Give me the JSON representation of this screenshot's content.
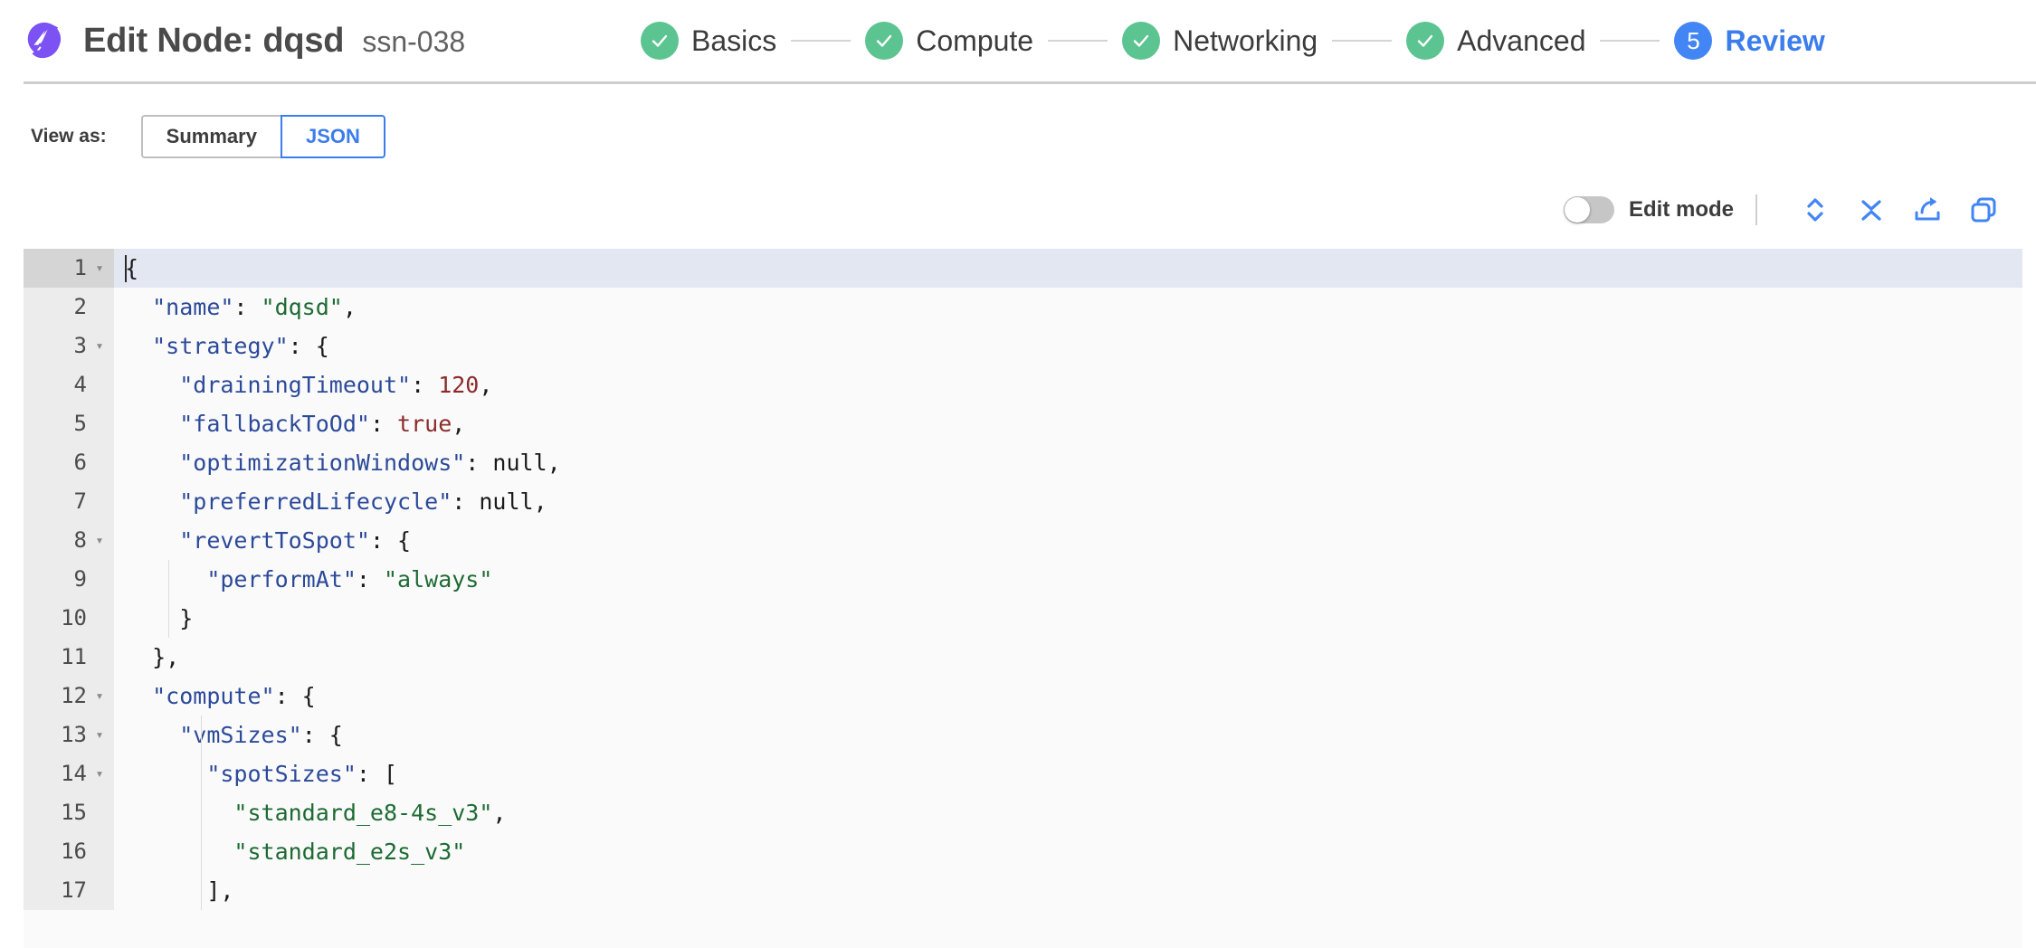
{
  "header": {
    "logo_icon": "spot-logo-icon",
    "title": "Edit Node: dqsd",
    "subtitle": "ssn-038",
    "steps": [
      {
        "label": "Basics",
        "state": "done",
        "marker": "✓"
      },
      {
        "label": "Compute",
        "state": "done",
        "marker": "✓"
      },
      {
        "label": "Networking",
        "state": "done",
        "marker": "✓"
      },
      {
        "label": "Advanced",
        "state": "done",
        "marker": "✓"
      },
      {
        "label": "Review",
        "state": "active",
        "marker": "5"
      }
    ]
  },
  "view_as": {
    "label": "View as:",
    "options": [
      "Summary",
      "JSON"
    ],
    "selected": "JSON"
  },
  "editor_toolbar": {
    "edit_mode_label": "Edit mode",
    "edit_mode_on": false,
    "icons": [
      {
        "name": "expand-all-icon",
        "title": "Expand all"
      },
      {
        "name": "collapse-all-icon",
        "title": "Collapse all"
      },
      {
        "name": "export-icon",
        "title": "Export"
      },
      {
        "name": "copy-icon",
        "title": "Copy"
      }
    ]
  },
  "colors": {
    "accent_blue": "#3b7ded",
    "step_done_green": "#5cc491",
    "step_active_blue": "#4285f4",
    "logo_purple": "#7c52f5",
    "json_key": "#2c4a9a",
    "json_string": "#1d6b33",
    "json_number": "#8c2b2b",
    "json_null": "#1a1a1a",
    "gutter_bg": "#ececec",
    "editor_bg": "#fafafa",
    "active_line_bg": "#e3e7f1"
  },
  "json_editor": {
    "active_line": 1,
    "lines": [
      {
        "n": 1,
        "fold": true,
        "indent": 0,
        "tokens": [
          {
            "t": "punc",
            "v": "{"
          }
        ]
      },
      {
        "n": 2,
        "fold": false,
        "indent": 1,
        "tokens": [
          {
            "t": "key",
            "v": "\"name\""
          },
          {
            "t": "punc",
            "v": ": "
          },
          {
            "t": "str",
            "v": "\"dqsd\""
          },
          {
            "t": "punc",
            "v": ","
          }
        ]
      },
      {
        "n": 3,
        "fold": true,
        "indent": 1,
        "tokens": [
          {
            "t": "key",
            "v": "\"strategy\""
          },
          {
            "t": "punc",
            "v": ": {"
          }
        ]
      },
      {
        "n": 4,
        "fold": false,
        "indent": 2,
        "tokens": [
          {
            "t": "key",
            "v": "\"drainingTimeout\""
          },
          {
            "t": "punc",
            "v": ": "
          },
          {
            "t": "num",
            "v": "120"
          },
          {
            "t": "punc",
            "v": ","
          }
        ]
      },
      {
        "n": 5,
        "fold": false,
        "indent": 2,
        "tokens": [
          {
            "t": "key",
            "v": "\"fallbackToOd\""
          },
          {
            "t": "punc",
            "v": ": "
          },
          {
            "t": "bool",
            "v": "true"
          },
          {
            "t": "punc",
            "v": ","
          }
        ]
      },
      {
        "n": 6,
        "fold": false,
        "indent": 2,
        "tokens": [
          {
            "t": "key",
            "v": "\"optimizationWindows\""
          },
          {
            "t": "punc",
            "v": ": "
          },
          {
            "t": "null",
            "v": "null"
          },
          {
            "t": "punc",
            "v": ","
          }
        ]
      },
      {
        "n": 7,
        "fold": false,
        "indent": 2,
        "tokens": [
          {
            "t": "key",
            "v": "\"preferredLifecycle\""
          },
          {
            "t": "punc",
            "v": ": "
          },
          {
            "t": "null",
            "v": "null"
          },
          {
            "t": "punc",
            "v": ","
          }
        ]
      },
      {
        "n": 8,
        "fold": true,
        "indent": 2,
        "tokens": [
          {
            "t": "key",
            "v": "\"revertToSpot\""
          },
          {
            "t": "punc",
            "v": ": {"
          }
        ]
      },
      {
        "n": 9,
        "fold": false,
        "indent": 3,
        "tokens": [
          {
            "t": "key",
            "v": "\"performAt\""
          },
          {
            "t": "punc",
            "v": ": "
          },
          {
            "t": "str",
            "v": "\"always\""
          }
        ]
      },
      {
        "n": 10,
        "fold": false,
        "indent": 2,
        "tokens": [
          {
            "t": "punc",
            "v": "}"
          }
        ]
      },
      {
        "n": 11,
        "fold": false,
        "indent": 1,
        "tokens": [
          {
            "t": "punc",
            "v": "},"
          }
        ]
      },
      {
        "n": 12,
        "fold": true,
        "indent": 1,
        "tokens": [
          {
            "t": "key",
            "v": "\"compute\""
          },
          {
            "t": "punc",
            "v": ": {"
          }
        ]
      },
      {
        "n": 13,
        "fold": true,
        "indent": 2,
        "tokens": [
          {
            "t": "key",
            "v": "\"vmSizes\""
          },
          {
            "t": "punc",
            "v": ": {"
          }
        ]
      },
      {
        "n": 14,
        "fold": true,
        "indent": 3,
        "tokens": [
          {
            "t": "key",
            "v": "\"spotSizes\""
          },
          {
            "t": "punc",
            "v": ": ["
          }
        ]
      },
      {
        "n": 15,
        "fold": false,
        "indent": 4,
        "tokens": [
          {
            "t": "str",
            "v": "\"standard_e8-4s_v3\""
          },
          {
            "t": "punc",
            "v": ","
          }
        ]
      },
      {
        "n": 16,
        "fold": false,
        "indent": 4,
        "tokens": [
          {
            "t": "str",
            "v": "\"standard_e2s_v3\""
          }
        ]
      },
      {
        "n": 17,
        "fold": false,
        "indent": 3,
        "tokens": [
          {
            "t": "punc",
            "v": "],"
          }
        ]
      }
    ]
  }
}
